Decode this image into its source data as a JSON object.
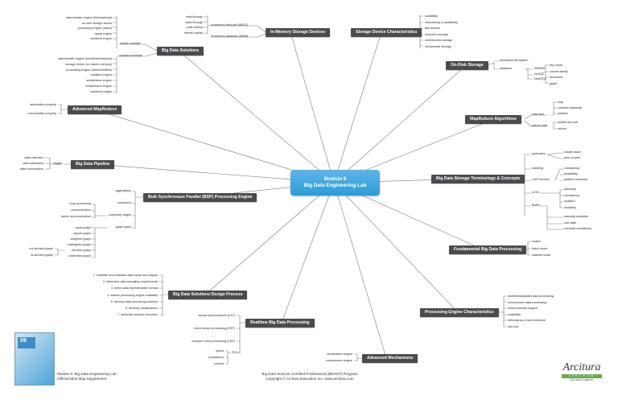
{
  "center": {
    "line1": "Module 9",
    "line2": "Big Data Engineering Lab"
  },
  "nodes": {
    "big_data_solutions": "Big Data Solutions",
    "in_memory": "In-Memory Storage Devices",
    "storage_chars": "Storage Device Characteristics",
    "on_disk": "On-Disk Storage",
    "advanced_mapreduce": "Advanced MapReduce",
    "mapreduce_alg": "MapReduce Algorithms",
    "pipeline": "Big Data Pipeline",
    "terminology": "Big Data Storage Terminology & Concepts",
    "bsp": "Bulk Synchronous Parallel (BSP) Processing Engine",
    "fundamental": "Fundamental Big Data Processing",
    "design": "Big Data Solutions Design Process",
    "realtime": "Realtime Big Data Processing",
    "processing_chars": "Processing Engine Characteristics",
    "advanced_mechanisms": "Advanced Mechanisms"
  },
  "leaves": {
    "simple_list": [
      "data transfer engine (file/relational)",
      "on-disk storage device",
      "processing engine (batch)",
      "query engine",
      "workflow engine"
    ],
    "simple_example": "simple example",
    "complex_list": [
      "data transfer engine (event/file/relational)",
      "storage device (on-disk/in-memory)",
      "processing engine (batch/realtime)",
      "analytics engine",
      "serialization engine",
      "compression engine",
      "workflow engine"
    ],
    "complex_example": "complex example",
    "imdg_ops": [
      "read-through",
      "write-through",
      "write-behind",
      "refresh-ahead"
    ],
    "imdg": "in-memory data grid (IMDG)",
    "imdb": "in-memory database (IMDB)",
    "storage_chars": [
      "scalability",
      "redundancy & availability",
      "fast access",
      "long-term storage",
      "schema-less storage",
      "inexpensive storage"
    ],
    "dfs": "distributed file system",
    "database": "database",
    "rdbms": "RDBMS",
    "nosql": "NoSQL",
    "newsql": "NewSQL",
    "nosql_types": [
      "key-value",
      "column-family",
      "document",
      "graph"
    ],
    "assoc": [
      "associative property",
      "commutative property"
    ],
    "map_task": "map task",
    "map_items": [
      "map",
      "combine (optional)",
      "partition"
    ],
    "reduce_task": "reduce task",
    "reduce_items": [
      "shuffle and sort",
      "reduce"
    ],
    "pipeline_items": [
      "data collection",
      "data refinement",
      "data consumption"
    ],
    "stages": "stages",
    "replication": "replication",
    "replication_items": [
      "master-slave",
      "peer-to-peer"
    ],
    "sharding": "sharding",
    "cap": "CAP theorem",
    "cap_items": [
      "consistency",
      "availability",
      "partition tolerance"
    ],
    "acid": "ACID",
    "acid_items": [
      "atomicity",
      "consistency",
      "isolation",
      "durability"
    ],
    "base": "BASE",
    "base_items": [
      "basically available",
      "soft state",
      "eventual consistency"
    ],
    "aggregation": "aggregation",
    "combiners": "combiners",
    "superstep": "superstep stages",
    "superstep_items": [
      "local processing",
      "communication",
      "barrier synchronization"
    ],
    "graph_types": "graph types",
    "graph_list": [
      "cyclic graph",
      "acyclic graph",
      "weighted graph",
      "unweighted graph",
      "directed graph",
      "undirected graph"
    ],
    "graph_sub": [
      "uni-directed graph",
      "bi-directed graph"
    ],
    "fundamental_items": [
      "cluster",
      "batch mode",
      "realtime mode"
    ],
    "design_steps": [
      "1. establish and evaluate data inputs and outputs",
      "2. determine data wrangling requirements",
      "3. select data representation format",
      "4. assess processing engine suitability",
      "5. develop data processing routines",
      "6. develop visualizations",
      "7. automate solution execution"
    ],
    "etl": "extract load transform (ELT)",
    "esp": "event stream processing (ESP)",
    "cep": "complex event processing (CEP)",
    "scv": "SCV",
    "scv_items": [
      "speed",
      "consistency",
      "volume"
    ],
    "processing_items": [
      "distributed/parallel data processing",
      "schema-less data processing",
      "multi-workload support",
      "scalability",
      "redundancy & fault tolerance",
      "low cost"
    ],
    "mech_items": [
      "serialization engine",
      "compression engine"
    ]
  },
  "footer": {
    "left1": "Module 9: Big Data Engineering Lab",
    "left2": "Official Mind Map Supplement",
    "mid1": "Big Data Science Certified Professional (BDSCP) Program",
    "mid2": "Copyright © Arcitura Education Inc. www.arcitura.com",
    "brand": "Arcitura",
    "brand_bar": "CERTIFIED",
    "brand_tag": "Big Data Engineer",
    "book_label": "09"
  },
  "colors": {
    "node": "#4b4b4d",
    "center": "#2c9bd7",
    "line": "#777777"
  }
}
